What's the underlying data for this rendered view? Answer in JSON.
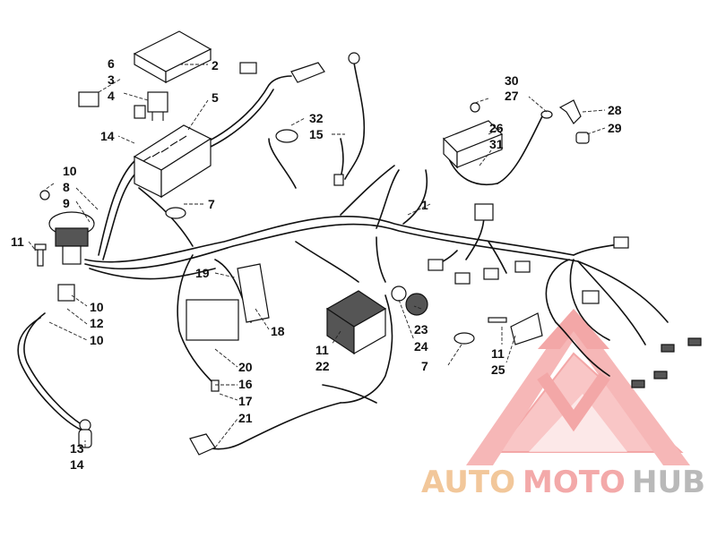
{
  "diagram": {
    "callouts": [
      {
        "id": "c2",
        "text": "2"
      },
      {
        "id": "c6",
        "text": "6"
      },
      {
        "id": "c3",
        "text": "3"
      },
      {
        "id": "c4",
        "text": "4"
      },
      {
        "id": "c5",
        "text": "5"
      },
      {
        "id": "c14a",
        "text": "14"
      },
      {
        "id": "c32",
        "text": "32"
      },
      {
        "id": "c15",
        "text": "15"
      },
      {
        "id": "c30",
        "text": "30"
      },
      {
        "id": "c27",
        "text": "27"
      },
      {
        "id": "c28",
        "text": "28"
      },
      {
        "id": "c29",
        "text": "29"
      },
      {
        "id": "c26",
        "text": "26"
      },
      {
        "id": "c31",
        "text": "31"
      },
      {
        "id": "c10a",
        "text": "10"
      },
      {
        "id": "c8",
        "text": "8"
      },
      {
        "id": "c9",
        "text": "9"
      },
      {
        "id": "c7a",
        "text": "7"
      },
      {
        "id": "c1",
        "text": "1"
      },
      {
        "id": "c11a",
        "text": "11"
      },
      {
        "id": "c19",
        "text": "19"
      },
      {
        "id": "c10b",
        "text": "10"
      },
      {
        "id": "c12",
        "text": "12"
      },
      {
        "id": "c10c",
        "text": "10"
      },
      {
        "id": "c18",
        "text": "18"
      },
      {
        "id": "c23",
        "text": "23"
      },
      {
        "id": "c24",
        "text": "24"
      },
      {
        "id": "c11b",
        "text": "11"
      },
      {
        "id": "c22",
        "text": "22"
      },
      {
        "id": "c7b",
        "text": "7"
      },
      {
        "id": "c11c",
        "text": "11"
      },
      {
        "id": "c25",
        "text": "25"
      },
      {
        "id": "c20",
        "text": "20"
      },
      {
        "id": "c16",
        "text": "16"
      },
      {
        "id": "c17",
        "text": "17"
      },
      {
        "id": "c21",
        "text": "21"
      },
      {
        "id": "c13",
        "text": "13"
      },
      {
        "id": "c14b",
        "text": "14"
      }
    ]
  },
  "watermark": {
    "part1": "AUTO",
    "part2": "MOTO",
    "part3": "HUB",
    "colors": {
      "auto": "#f2c79a",
      "moto": "#f3a9a9",
      "hub": "#b9b9b9",
      "triangle": "#f08a8a"
    }
  }
}
